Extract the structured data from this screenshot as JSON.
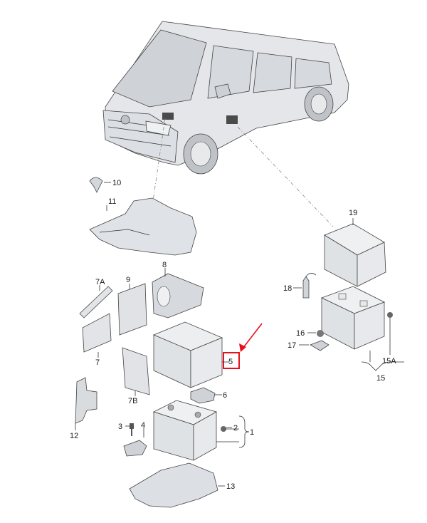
{
  "callouts": {
    "c1": "1",
    "c2": "2",
    "c3": "3",
    "c4": "4",
    "c5": "5",
    "c6": "6",
    "c7": "7",
    "c7a": "7A",
    "c7b": "7B",
    "c8": "8",
    "c9": "9",
    "c10": "10",
    "c11": "11",
    "c12": "12",
    "c13": "13",
    "c15": "15",
    "c15a": "15A",
    "c16": "16",
    "c17": "17",
    "c18": "18",
    "c19": "19"
  },
  "highlight": {
    "color": "#e8101c",
    "target": "5"
  }
}
